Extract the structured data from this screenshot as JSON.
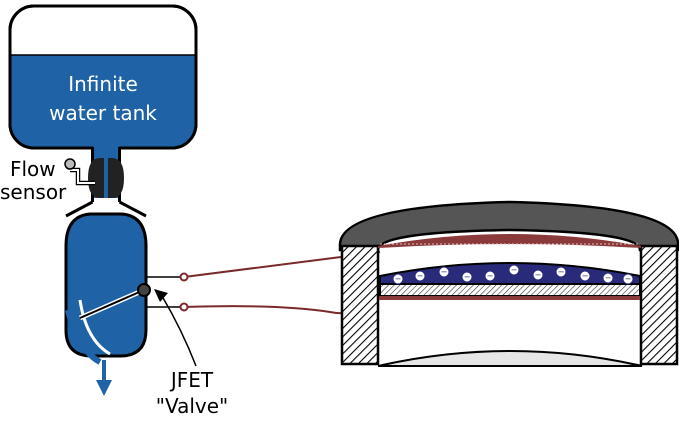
{
  "labels": {
    "tank_line1": "Infinite",
    "tank_line2": "water tank",
    "sensor_line1": "Flow",
    "sensor_line2": "sensor",
    "valve_line1": "JFET",
    "valve_line2": "\"Valve\""
  },
  "charges": [
    "−",
    "−",
    "−",
    "−",
    "−",
    "−",
    "−",
    "−",
    "−",
    "−",
    "−"
  ],
  "colors": {
    "water": "#1f63a6",
    "outline": "#000000",
    "wire": "#7a2a2a",
    "wire_highlight": "#e6b8b8",
    "lid": "#555555",
    "dielectric_red": "#8a3a3a",
    "channel": "#2a2a7a",
    "sensor_body": "#222222"
  }
}
